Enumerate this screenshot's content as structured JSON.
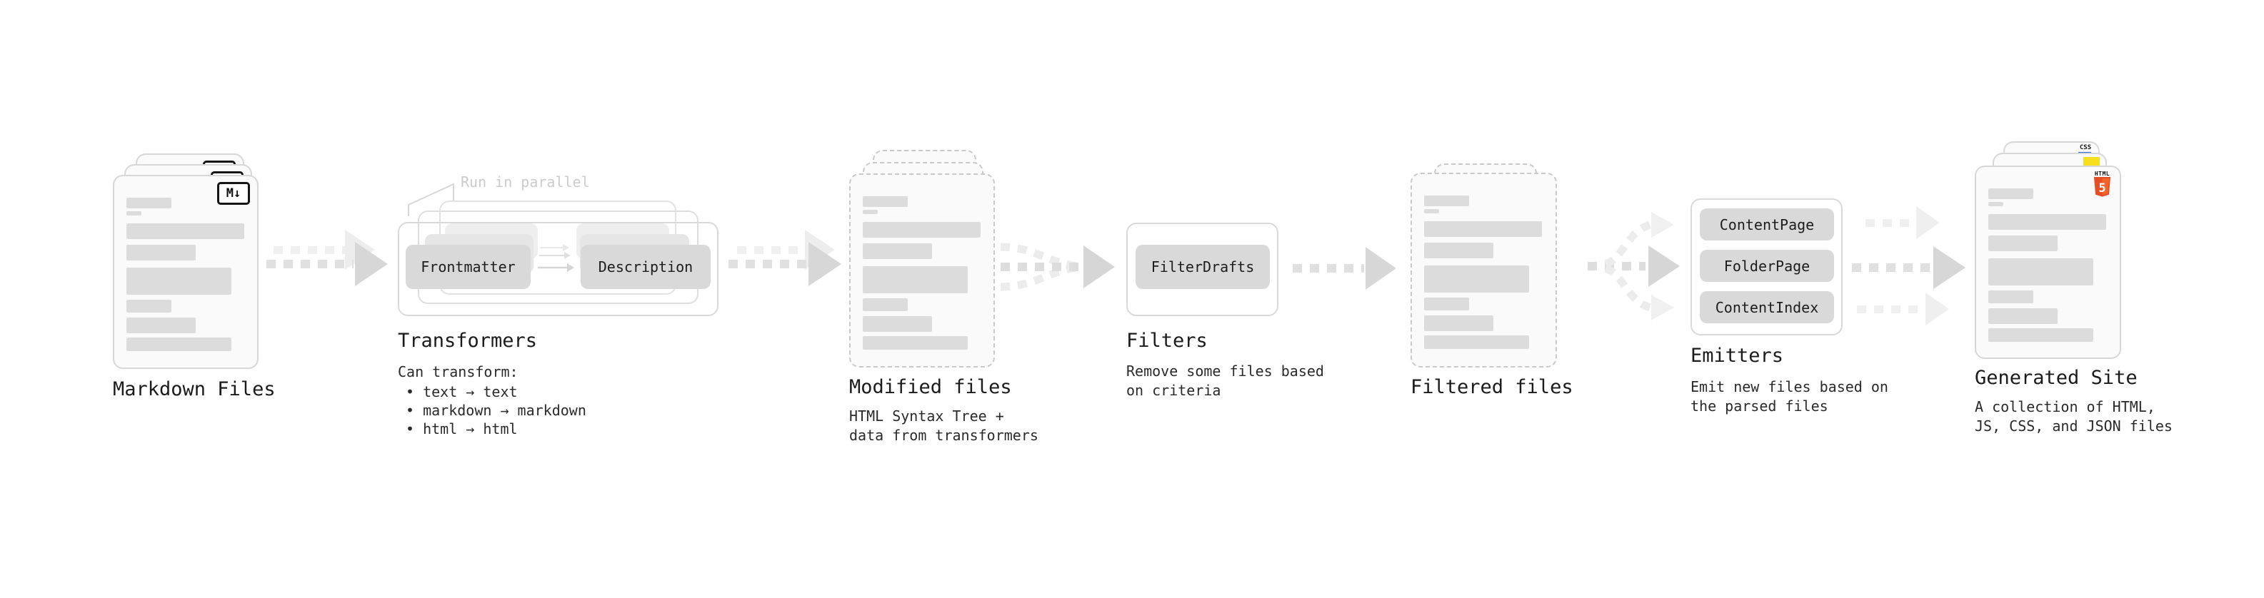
{
  "diagram": {
    "markdown_files": {
      "label": "Markdown Files",
      "badge": "M↓"
    },
    "transformers": {
      "parallel_note": "Run in parallel",
      "pill_left": "Frontmatter",
      "pill_right": "Description",
      "title": "Transformers",
      "desc_heading": "Can transform:",
      "bullets": [
        "• text → text",
        "• markdown → markdown",
        "• html → html"
      ]
    },
    "modified_files": {
      "label": "Modified files",
      "desc_line1": "HTML Syntax Tree +",
      "desc_line2": "data from transformers"
    },
    "filters": {
      "title": "Filters",
      "pill": "FilterDrafts",
      "desc_line1": "Remove some files based",
      "desc_line2": "on criteria"
    },
    "filtered_files": {
      "label": "Filtered files"
    },
    "emitters": {
      "title": "Emitters",
      "pills": [
        "ContentPage",
        "FolderPage",
        "ContentIndex"
      ],
      "desc_line1": "Emit new files based on",
      "desc_line2": "the parsed files"
    },
    "generated_site": {
      "label": "Generated Site",
      "desc_line1": "A collection of HTML,",
      "desc_line2": "JS, CSS, and JSON files",
      "badge_css": "CSS",
      "badge_html": "HTML",
      "badge_html_number": "5"
    }
  },
  "colors": {
    "html5_orange": "#e44d26",
    "html5_orange_light": "#f16529",
    "js_yellow": "#f7df1e",
    "css_blue": "#2965f1",
    "card_border": "#d7d7d7",
    "bar_fill": "#dcdcdc",
    "arrow_dark": "#d7d7d7",
    "arrow_faint": "#ededed"
  }
}
